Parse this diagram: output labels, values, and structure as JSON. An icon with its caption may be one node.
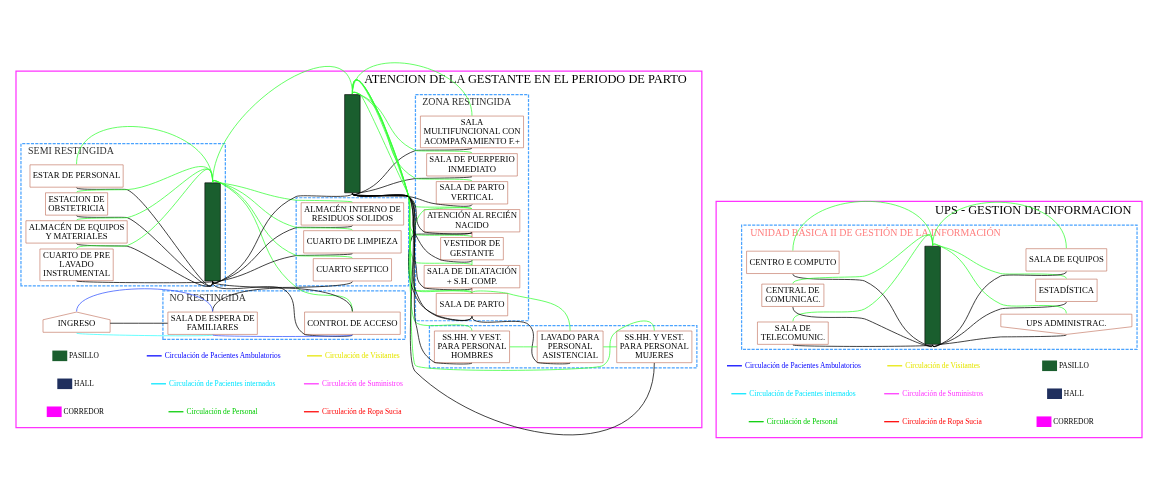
{
  "diagram": {
    "nodes": [
      {
        "text": [
          "ATENCION DE LA GESTANTE EN EL PERIODO DE PARTO"
        ]
      },
      {
        "text": [
          "SEMI RESTINGIDA"
        ],
        "in": 0
      },
      {
        "text": [
          "ESTAR DE PERSONAL"
        ],
        "in": 1
      },
      {
        "text": [
          "ESTACION DE OBSTETRICIA"
        ],
        "in": 1
      },
      {
        "text": [
          "ALMACÉN DE EQUIPOS Y MATERIALES"
        ],
        "in": 1
      },
      {
        "text": [
          "CUARTO DE PRE LAVADO INSTRUMENTAL"
        ],
        "in": 1
      },
      {
        "text": [],
        "shape": "bar",
        "in": 1
      },
      {
        "text": [
          "ZONA RESTINGIDA"
        ],
        "in": 0
      },
      {
        "text": [
          "SALA MULTIFUNCIONAL CON ACOMPAÑAMIENTO F.+"
        ],
        "in": 7
      },
      {
        "text": [
          "SALA DE PUERPERIO INMEDIATO"
        ],
        "in": 7
      },
      {
        "text": [
          "SALA DE PARTO VERTICAL"
        ],
        "in": 7
      },
      {
        "text": [
          "ATENCIÓN AL RECIÉN NACIDO"
        ],
        "in": 7
      },
      {
        "text": [
          "VESTIDOR DE GESTANTE"
        ],
        "in": 7
      },
      {
        "text": [
          "SALA DE DILATACIÓN + S.H. COMP."
        ],
        "in": 7
      },
      {
        "text": [
          "SALA DE PARTO"
        ],
        "in": 7
      },
      {
        "text": [
          "NO RESTINGIDA"
        ],
        "in": 0
      },
      {
        "text": [
          "SALA DE ESPERA DE FAMILIARES"
        ],
        "in": 15
      },
      {
        "text": [
          "CONTROL DE ACCESO"
        ],
        "in": 15
      },
      {
        "text": [],
        "shape": "box",
        "in": 0
      },
      {
        "text": [
          "ALMACÉN INTERNO DE RESIDUOS SOLIDOS"
        ],
        "in": 18
      },
      {
        "text": [
          "CUARTO DE LIMPIEZA"
        ],
        "in": 18
      },
      {
        "text": [
          "CUARTO SEPTICO"
        ],
        "in": 18
      },
      {
        "text": [],
        "shape": "box",
        "in": 0
      },
      {
        "text": [
          "SS.HH. Y VEST. PARA PERSONAL HOMBRES"
        ],
        "in": 22
      },
      {
        "text": [
          "LAVADO PARA PERSONAL ASISTENCIAL"
        ],
        "in": 22
      },
      {
        "text": [
          "SS.HH. Y VEST. PARA PERSONAL MUJERES"
        ],
        "in": 22
      },
      {
        "text": [],
        "shape": "bar",
        "in": 0
      },
      {
        "text": [
          "INGRESO"
        ],
        "in": 0
      },
      {
        "text": [
          "UPS - GESTION DE INFORMACION"
        ]
      },
      {
        "text": [
          "UNIDAD BÁSICA II DE GESTIÓN DE LA INFORMACIÓN"
        ],
        "in": 28
      },
      {
        "text": [
          "SALA DE TELECOMUNIC."
        ],
        "in": 29
      },
      {
        "text": [
          "CENTRO E COMPUTO"
        ],
        "in": 29
      },
      {
        "text": [
          "CENTRAL DE COMUNICAC."
        ],
        "in": 29
      },
      {
        "text": [],
        "shape": "bar",
        "in": 29
      },
      {
        "text": [
          "ESTADÍSTICA"
        ],
        "in": 29
      },
      {
        "text": [
          "SALA DE EQUIPOS"
        ],
        "in": 29
      },
      {
        "text": [
          "UPS ADMINISTRAC."
        ],
        "in": 29
      }
    ],
    "edges": [
      {
        "from": 2,
        "to": 6,
        "arrow": "none",
        "color": "#33ff33"
      },
      {
        "from": 2,
        "to": 6,
        "arrow": "none",
        "color": "#000000"
      },
      {
        "from": 3,
        "to": 6,
        "arrow": "none",
        "color": "#33ff33"
      },
      {
        "from": 3,
        "to": 6,
        "arrow": "none",
        "color": "#000000"
      },
      {
        "from": 4,
        "to": 6,
        "arrow": "none",
        "color": "#33ff33"
      },
      {
        "from": 4,
        "to": 6,
        "arrow": "none",
        "color": "#000000"
      },
      {
        "from": 5,
        "to": 6,
        "arrow": "none",
        "color": "#33ff33"
      },
      {
        "from": 5,
        "to": 6,
        "arrow": "none",
        "color": "#000000"
      },
      {
        "from": 6,
        "to": 17,
        "arrow": "none",
        "color": "#33ff33"
      },
      {
        "from": 6,
        "to": 17,
        "arrow": "none",
        "color": "#000000"
      },
      {
        "from": 6,
        "to": 19,
        "arrow": "none",
        "color": "#33ff33"
      },
      {
        "from": 6,
        "to": 19,
        "arrow": "none",
        "color": "#000000"
      },
      {
        "from": 6,
        "to": 20,
        "arrow": "none",
        "color": "#33ff33"
      },
      {
        "from": 6,
        "to": 20,
        "arrow": "none",
        "color": "#000000"
      },
      {
        "from": 6,
        "to": 21,
        "arrow": "none",
        "color": "#33ff33"
      },
      {
        "from": 6,
        "to": 21,
        "arrow": "none",
        "color": "#000000"
      },
      {
        "from": 6,
        "to": 26,
        "arrow": "none",
        "color": "#33ff33"
      },
      {
        "from": 6,
        "to": 26,
        "arrow": "none",
        "color": "#000000"
      },
      {
        "from": 26,
        "to": 8,
        "arrow": "none",
        "color": "#33ff33"
      },
      {
        "from": 26,
        "to": 8,
        "arrow": "none",
        "color": "#000000"
      },
      {
        "from": 26,
        "to": 9,
        "arrow": "none",
        "color": "#33ff33"
      },
      {
        "from": 26,
        "to": 9,
        "arrow": "none",
        "color": "#000000"
      },
      {
        "from": 26,
        "to": 10,
        "arrow": "none",
        "color": "#33ff33"
      },
      {
        "from": 26,
        "to": 10,
        "arrow": "none",
        "color": "#000000"
      },
      {
        "from": 26,
        "to": 11,
        "arrow": "none",
        "color": "#33ff33"
      },
      {
        "from": 26,
        "to": 11,
        "arrow": "none",
        "color": "#000000"
      },
      {
        "from": 26,
        "to": 12,
        "arrow": "none",
        "color": "#33ff33"
      },
      {
        "from": 26,
        "to": 12,
        "arrow": "none",
        "color": "#000000"
      },
      {
        "from": 26,
        "to": 13,
        "arrow": "none",
        "color": "#33ff33"
      },
      {
        "from": 26,
        "to": 13,
        "arrow": "none",
        "color": "#000000"
      },
      {
        "from": 11,
        "to": 12,
        "arrow": "none",
        "color": "#c0504d"
      },
      {
        "from": 12,
        "to": 13,
        "arrow": "none",
        "color": "#33ff33"
      },
      {
        "from": 13,
        "to": 14,
        "arrow": "none",
        "color": "#c0504d"
      },
      {
        "from": 11,
        "to": 14,
        "arrow": "none",
        "color": "#33ff33"
      },
      {
        "from": 11,
        "to": 14,
        "arrow": "none",
        "color": "#000000"
      },
      {
        "from": 26,
        "to": 14,
        "arrow": "none",
        "color": "#33ff33"
      },
      {
        "from": 26,
        "to": 14,
        "arrow": "none",
        "color": "#000000"
      },
      {
        "from": 14,
        "to": 24,
        "arrow": "none",
        "color": "#33ff33"
      },
      {
        "from": 14,
        "to": 24,
        "arrow": "none",
        "color": "#000000"
      },
      {
        "from": 23,
        "to": 24,
        "arrow": "none",
        "color": "#33ff33"
      },
      {
        "from": 24,
        "to": 25,
        "arrow": "none",
        "color": "#33ff33"
      },
      {
        "from": 26,
        "to": 23,
        "arrow": "none",
        "color": "#33ff33"
      },
      {
        "from": 26,
        "to": 23,
        "arrow": "none",
        "color": "#000000"
      },
      {
        "from": 26,
        "to": 25,
        "arrow": "none",
        "color": "#33ff33"
      },
      {
        "from": 26,
        "to": 25,
        "arrow": "none",
        "color": "#000000"
      },
      {
        "from": 16,
        "to": 17,
        "arrow": "none",
        "color": "#000000"
      },
      {
        "from": 16,
        "to": 17,
        "arrow": "none",
        "color": "#3355ff"
      },
      {
        "from": 27,
        "to": 16,
        "arrow": "none",
        "color": "#3355ff"
      },
      {
        "from": 27,
        "to": 16,
        "arrow": "none",
        "color": "#33ffff"
      },
      {
        "from": 27,
        "to": 16,
        "arrow": "none",
        "color": "#000000"
      },
      {
        "from": 30,
        "to": 33,
        "arrow": "none",
        "color": "#33ff33"
      },
      {
        "from": 30,
        "to": 33,
        "arrow": "none",
        "color": "#000000"
      },
      {
        "from": 31,
        "to": 33,
        "arrow": "none",
        "color": "#33ff33"
      },
      {
        "from": 31,
        "to": 33,
        "arrow": "none",
        "color": "#000000"
      },
      {
        "from": 32,
        "to": 33,
        "arrow": "none",
        "color": "#33ff33"
      },
      {
        "from": 32,
        "to": 33,
        "arrow": "none",
        "color": "#000000"
      },
      {
        "from": 33,
        "to": 34,
        "arrow": "none",
        "color": "#33ff33"
      },
      {
        "from": 33,
        "to": 34,
        "arrow": "none",
        "color": "#000000"
      },
      {
        "from": 33,
        "to": 35,
        "arrow": "none",
        "color": "#33ff33"
      },
      {
        "from": 33,
        "to": 35,
        "arrow": "none",
        "color": "#000000"
      },
      {
        "from": 33,
        "to": 36,
        "arrow": "none",
        "color": "#33ff33"
      },
      {
        "from": 33,
        "to": 36,
        "arrow": "none",
        "color": "#000000"
      }
    ],
    "legend": [
      {
        "text": "PASILLO",
        "color": "#1a5e2e"
      },
      {
        "text": "HALL",
        "color": "#1f2f5e"
      },
      {
        "text": "CORREDOR",
        "color": "#ff00ff"
      },
      {
        "text": "Circulación de Pacientes Ambulatorios"
      },
      {
        "text": "Circulación de Pacientes internados"
      },
      {
        "text": "Circulación de Personal"
      },
      {
        "text": "Circulación de Visitantes"
      },
      {
        "text": "Circulación de Suministros"
      },
      {
        "text": "Circulación de Ropa Sucia"
      },
      {
        "text": "Circulación de Pacientes Ambulatorios"
      },
      {
        "text": "Circulación de Pacientes internados"
      },
      {
        "text": "Circulación de Personal"
      },
      {
        "text": "Circulación de Visitantes"
      },
      {
        "text": "Circulación de Suministros"
      },
      {
        "text": "Circulación de Ropa Sucia"
      },
      {
        "text": "PASILLO",
        "color": "#1a5e2e"
      },
      {
        "text": "HALL",
        "color": "#1f2f5e"
      },
      {
        "text": "CORREDOR",
        "color": "#ff00ff"
      }
    ]
  }
}
